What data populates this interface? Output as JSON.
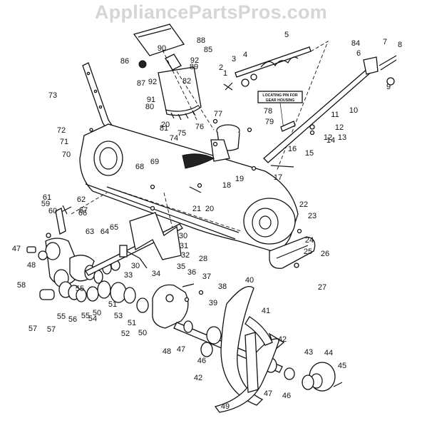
{
  "watermark": "AppliancePartsPros.com",
  "callout_note": {
    "line1": "LOCATING PIN FOR",
    "line2": "GEAR HOUSING"
  },
  "callouts": [
    "1",
    "2",
    "3",
    "4",
    "5",
    "6",
    "7",
    "8",
    "9",
    "10",
    "11",
    "12",
    "12",
    "13",
    "14",
    "15",
    "16",
    "17",
    "18",
    "19",
    "20",
    "20",
    "21",
    "22",
    "23",
    "24",
    "25",
    "26",
    "27",
    "28",
    "30",
    "30",
    "31",
    "32",
    "33",
    "34",
    "35",
    "36",
    "37",
    "38",
    "39",
    "40",
    "41",
    "42",
    "42",
    "43",
    "44",
    "45",
    "46",
    "46",
    "47",
    "47",
    "47",
    "48",
    "48",
    "49",
    "50",
    "50",
    "51",
    "51",
    "52",
    "53",
    "54",
    "55",
    "55",
    "55",
    "56",
    "57",
    "57",
    "58",
    "59",
    "60",
    "61",
    "62",
    "63",
    "64",
    "65",
    "66",
    "67",
    "68",
    "69",
    "70",
    "71",
    "72",
    "73",
    "74",
    "75",
    "76",
    "77",
    "78",
    "79",
    "80",
    "81",
    "82",
    "84",
    "85",
    "86",
    "87",
    "88",
    "89",
    "90",
    "91",
    "92",
    "92"
  ]
}
